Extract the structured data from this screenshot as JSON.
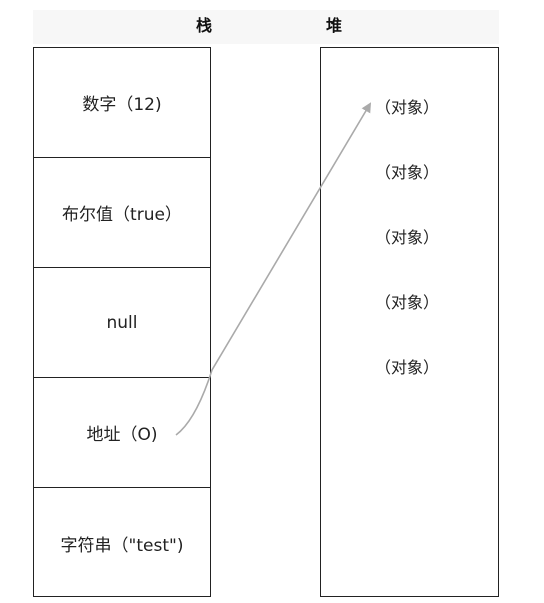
{
  "headers": {
    "stack": "栈",
    "heap": "堆"
  },
  "stack": {
    "cells": [
      {
        "label": "数字（12)"
      },
      {
        "label": "布尔值（true）"
      },
      {
        "label": "null"
      },
      {
        "label": "地址（O)"
      },
      {
        "label": "字符串（\"test\")"
      }
    ]
  },
  "heap": {
    "items": [
      {
        "label": "（对象）"
      },
      {
        "label": "（对象）"
      },
      {
        "label": "（对象）"
      },
      {
        "label": "（对象）"
      },
      {
        "label": "（对象）"
      }
    ]
  },
  "colors": {
    "border": "#222222",
    "arrow": "#aaaaaa",
    "header_band": "#f7f7f7"
  }
}
